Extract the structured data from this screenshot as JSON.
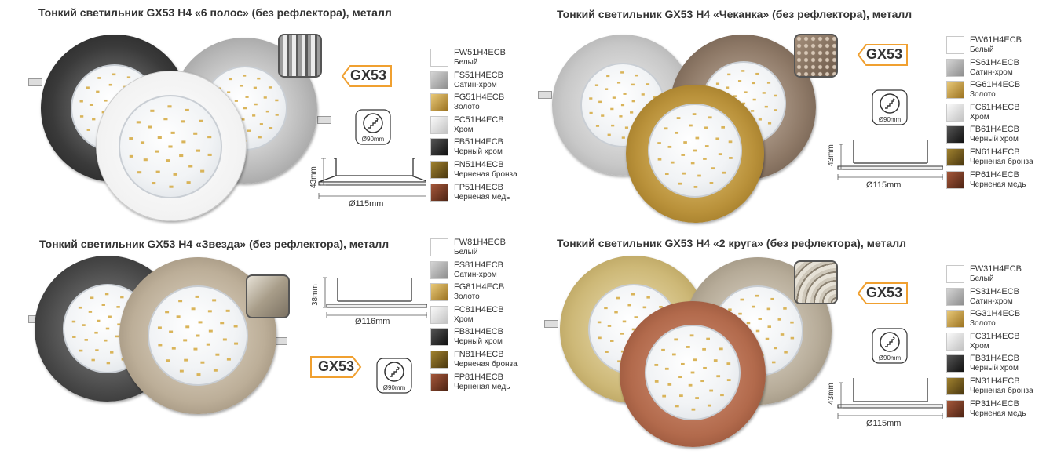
{
  "panels": [
    {
      "title": "Тонкий светильник GX53 H4 «6 полос» (без рефлектора), металл",
      "badge": "GX53",
      "cutout": "Ø90mm",
      "height": "43mm",
      "diameter": "Ø115mm",
      "swatches": [
        {
          "code": "FW51H4ECB",
          "name": "Белый",
          "color": "#ffffff"
        },
        {
          "code": "FS51H4ECB",
          "name": "Сатин-хром",
          "color": "#b7b7b7"
        },
        {
          "code": "FG51H4ECB",
          "name": "Золото",
          "color": "#c9a24a"
        },
        {
          "code": "FC51H4ECB",
          "name": "Хром",
          "color": "#e3e3e3"
        },
        {
          "code": "FB51H4ECB",
          "name": "Черный хром",
          "color": "#2a2a2a"
        },
        {
          "code": "FN51H4ECB",
          "name": "Черненая бронза",
          "color": "#6e5420"
        },
        {
          "code": "FP51H4ECB",
          "name": "Черненая медь",
          "color": "#7a3a22"
        }
      ]
    },
    {
      "title": "Тонкий светильник GX53 H4 «Чеканка» (без рефлектора), металл",
      "badge": "GX53",
      "cutout": "Ø90mm",
      "height": "43mm",
      "diameter": "Ø115mm",
      "swatches": [
        {
          "code": "FW61H4ECB",
          "name": "Белый",
          "color": "#ffffff"
        },
        {
          "code": "FS61H4ECB",
          "name": "Сатин-хром",
          "color": "#b7b7b7"
        },
        {
          "code": "FG61H4ECB",
          "name": "Золото",
          "color": "#c9a24a"
        },
        {
          "code": "FC61H4ECB",
          "name": "Хром",
          "color": "#e3e3e3"
        },
        {
          "code": "FB61H4ECB",
          "name": "Черный хром",
          "color": "#2a2a2a"
        },
        {
          "code": "FN61H4ECB",
          "name": "Черненая бронза",
          "color": "#6e5420"
        },
        {
          "code": "FP61H4ECB",
          "name": "Черненая медь",
          "color": "#7a3a22"
        }
      ]
    },
    {
      "title": "Тонкий светильник GX53 H4 «Звезда» (без рефлектора), металл",
      "badge": "GX53",
      "cutout": "Ø90mm",
      "height": "38mm",
      "diameter": "Ø116mm",
      "swatches": [
        {
          "code": "FW81H4ECB",
          "name": "Белый",
          "color": "#ffffff"
        },
        {
          "code": "FS81H4ECB",
          "name": "Сатин-хром",
          "color": "#b7b7b7"
        },
        {
          "code": "FG81H4ECB",
          "name": "Золото",
          "color": "#c9a24a"
        },
        {
          "code": "FC81H4ECB",
          "name": "Хром",
          "color": "#e3e3e3"
        },
        {
          "code": "FB81H4ECB",
          "name": "Черный хром",
          "color": "#2a2a2a"
        },
        {
          "code": "FN81H4ECB",
          "name": "Черненая бронза",
          "color": "#6e5420"
        },
        {
          "code": "FP81H4ECB",
          "name": "Черненая медь",
          "color": "#7a3a22"
        }
      ]
    },
    {
      "title": "Тонкий светильник GX53 H4 «2 круга» (без рефлектора), металл",
      "badge": "GX53",
      "cutout": "Ø90mm",
      "height": "43mm",
      "diameter": "Ø115mm",
      "swatches": [
        {
          "code": "FW31H4ECB",
          "name": "Белый",
          "color": "#ffffff"
        },
        {
          "code": "FS31H4ECB",
          "name": "Сатин-хром",
          "color": "#b7b7b7"
        },
        {
          "code": "FG31H4ECB",
          "name": "Золото",
          "color": "#c9a24a"
        },
        {
          "code": "FC31H4ECB",
          "name": "Хром",
          "color": "#e3e3e3"
        },
        {
          "code": "FB31H4ECB",
          "name": "Черный хром",
          "color": "#2a2a2a"
        },
        {
          "code": "FN31H4ECB",
          "name": "Черненая бронза",
          "color": "#6e5420"
        },
        {
          "code": "FP31H4ECB",
          "name": "Черненая медь",
          "color": "#7a3a22"
        }
      ]
    }
  ],
  "colors": {
    "badge_border": "#f0a030",
    "text": "#333333"
  }
}
